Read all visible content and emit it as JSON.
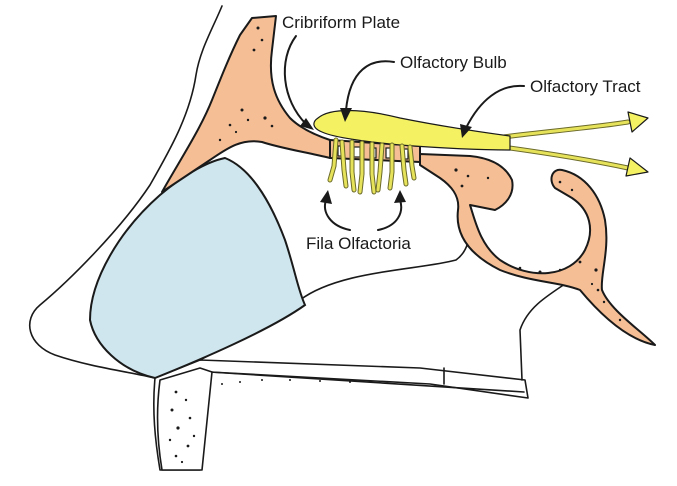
{
  "labels": {
    "cribriform_plate": "Cribriform Plate",
    "olfactory_bulb": "Olfactory Bulb",
    "olfactory_tract": "Olfactory Tract",
    "fila_olfactoria": "Fila Olfactoria"
  },
  "colors": {
    "bone": "#f5be95",
    "nasal_cavity": "#cfe6ee",
    "olfactory_nerve": "#f4f263",
    "outline": "#1a1a1a",
    "background": "#ffffff"
  }
}
